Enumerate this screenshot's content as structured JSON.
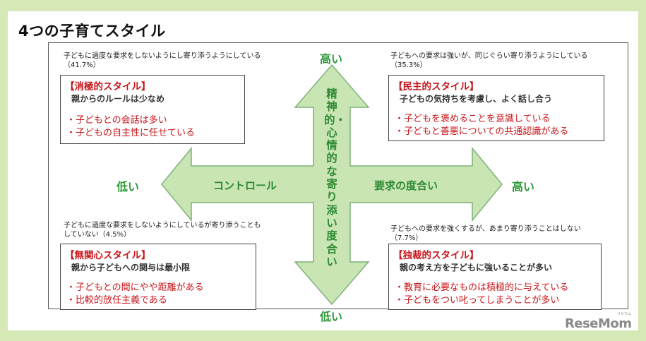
{
  "title": "4つの子育てスタイル",
  "axes": {
    "vertical_top": "高い",
    "vertical_bottom": "低い",
    "vertical_name": "精神的・心情的な寄り添い度合い",
    "horizontal_left": "低い",
    "horizontal_right": "高い",
    "horizontal_left_name": "コントロール",
    "horizontal_right_name": "要求の度合い"
  },
  "quadrants": {
    "top_left": {
      "desc": "子どもに過度な要求をしないようにし寄り添うようにしている",
      "percent": "（41.7%）",
      "box_title": "【消極的スタイル】",
      "box_sub": "親からのルールは少なめ",
      "points": [
        "・子どもとの会話は多い",
        "・子どもの自主性に任せている"
      ]
    },
    "top_right": {
      "desc": "子どもへの要求は強いが、同じぐらい寄り添うようにしている",
      "percent": "（35.3%）",
      "box_title": "【民主的スタイル】",
      "box_sub": "子どもの気持ちを考慮し、よく話し合う",
      "points": [
        "・子どもを褒めることを意識している",
        "・子どもと善悪についての共通認識がある"
      ]
    },
    "bottom_left": {
      "desc": "子どもに過度な要求をしないようにしているが寄り添うことも",
      "desc2": "していない（4.5%）",
      "box_title": "【無関心スタイル】",
      "box_sub": "親から子どもへの関与は最小限",
      "points": [
        "・子どもとの間にやや距離がある",
        "・比較的放任主義である"
      ]
    },
    "bottom_right": {
      "desc": "子どもへの要求を強くするが、あまり寄り添うことはしない",
      "percent": "（7.7%）",
      "box_title": "【独裁的スタイル】",
      "box_sub": "親の考え方を子どもに強いることが多い",
      "points": [
        "・教育に必要なものは積極的に与えている",
        "・子どもをつい叱ってしまうことが多い"
      ]
    }
  },
  "watermark": {
    "logo": "ReseMom",
    "small": "リセマム"
  },
  "colors": {
    "arrow_fill": "#c9e5b4",
    "arrow_stroke": "#7fb27a",
    "axis_text": "#2e9a3a",
    "box_text": "#c8151b",
    "page_bg": "#d6e8b6"
  }
}
